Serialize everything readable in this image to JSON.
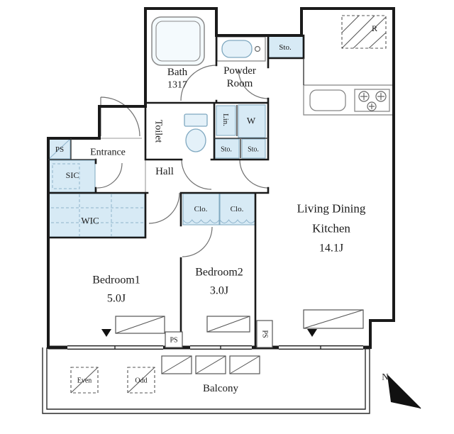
{
  "colors": {
    "wall": "#1a1a1a",
    "closet_fill": "#d7eaf5",
    "fixture_outline": "#7fa8c0",
    "background": "#ffffff"
  },
  "rooms": {
    "bath": {
      "label": "Bath",
      "size": "1317"
    },
    "powder_room": {
      "line1": "Powder",
      "line2": "Room"
    },
    "storage_top": {
      "label": "Sto."
    },
    "refrigerator_space": {
      "label": "R"
    },
    "toilet": {
      "label": "Toilet"
    },
    "linen": {
      "label": "Lin."
    },
    "washer": {
      "label": "W"
    },
    "storage_left": {
      "label": "Sto."
    },
    "storage_right": {
      "label": "Sto."
    },
    "pipe_space_top": {
      "label": "PS"
    },
    "entrance": {
      "label": "Entrance"
    },
    "shoe_closet": {
      "label": "SIC"
    },
    "hall": {
      "label": "Hall"
    },
    "walk_in_closet": {
      "label": "WIC"
    },
    "closet_left": {
      "label": "Clo."
    },
    "closet_right": {
      "label": "Clo."
    },
    "living_dining_kitchen": {
      "line1": "Living Dining",
      "line2": "Kitchen",
      "size": "14.1J"
    },
    "bedroom1": {
      "label": "Bedroom1",
      "size": "5.0J"
    },
    "bedroom2": {
      "label": "Bedroom2",
      "size": "3.0J"
    },
    "balcony": {
      "label": "Balcony"
    },
    "pipe_space_bottom_left": {
      "label": "PS"
    },
    "pipe_space_bottom_right": {
      "label": "PS"
    },
    "hatch_even": {
      "label": "Even"
    },
    "hatch_odd": {
      "label": "Odd"
    }
  },
  "compass": {
    "north_label": "N"
  }
}
